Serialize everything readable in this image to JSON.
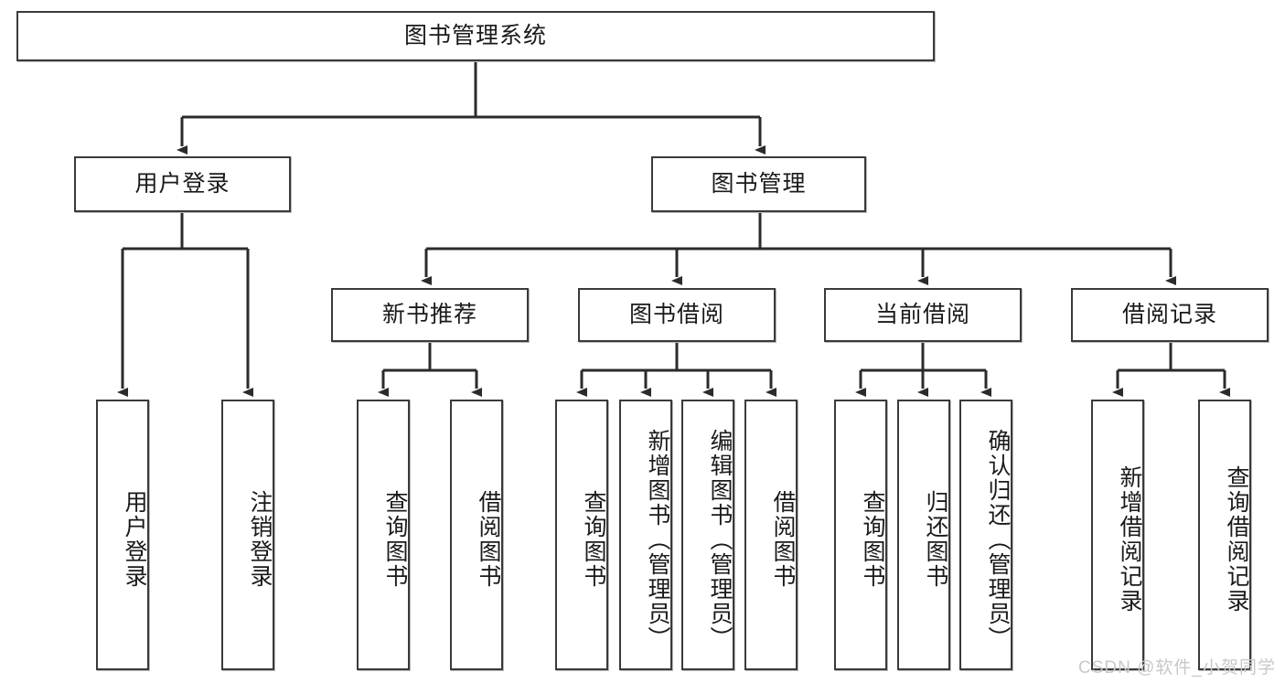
{
  "diagram": {
    "title_node": {
      "label": "图书管理系统"
    },
    "level2": [
      {
        "id": "user-login",
        "label": "用户登录"
      },
      {
        "id": "book-management",
        "label": "图书管理"
      }
    ],
    "level3": [
      {
        "id": "new-book-recommend",
        "label": "新书推荐"
      },
      {
        "id": "book-borrow",
        "label": "图书借阅"
      },
      {
        "id": "current-borrow",
        "label": "当前借阅"
      },
      {
        "id": "borrow-record",
        "label": "借阅记录"
      }
    ],
    "leaves": {
      "user_login": [
        {
          "id": "leaf-user-login",
          "label": "用户登录"
        },
        {
          "id": "leaf-logout-login",
          "label": "注销登录"
        }
      ],
      "new_book_recommend": [
        {
          "id": "leaf-query-book-1",
          "label": "查询图书"
        },
        {
          "id": "leaf-borrow-book-1",
          "label": "借阅图书"
        }
      ],
      "book_borrow": [
        {
          "id": "leaf-query-book-2",
          "label": "查询图书"
        },
        {
          "id": "leaf-add-book",
          "label": "新增图书（管理员）"
        },
        {
          "id": "leaf-edit-book",
          "label": "编辑图书（管理员）"
        },
        {
          "id": "leaf-borrow-book-2",
          "label": "借阅图书"
        }
      ],
      "current_borrow": [
        {
          "id": "leaf-query-book-3",
          "label": "查询图书"
        },
        {
          "id": "leaf-return-book",
          "label": "归还图书"
        },
        {
          "id": "leaf-confirm-return",
          "label": "确认归还（管理员）"
        }
      ],
      "borrow_record": [
        {
          "id": "leaf-add-record",
          "label": "新增借阅记录"
        },
        {
          "id": "leaf-query-record",
          "label": "查询借阅记录"
        }
      ]
    }
  },
  "watermark": {
    "text": "CSDN @软件_小贺同学"
  },
  "colors": {
    "node_border": "#3a3a3a",
    "node_fill": "#ffffff",
    "line": "#2b2b2b",
    "text": "#1a1a1a",
    "watermark": "#c8c8c8"
  }
}
